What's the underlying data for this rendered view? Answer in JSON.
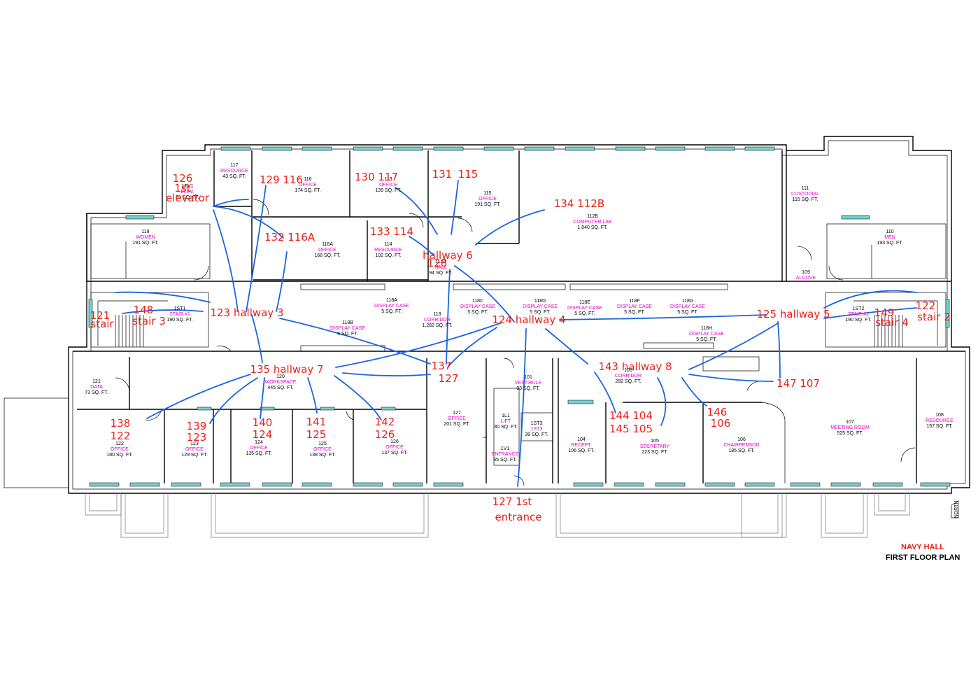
{
  "title": {
    "building": "NAVY HALL",
    "plan": "FIRST FLOOR PLAN"
  },
  "north": "NORTH",
  "colors": {
    "room_name": "#e000c8",
    "annotation": "#e8211a",
    "route": "#1a63e6",
    "window": "#6fd3d0"
  },
  "rooms": [
    {
      "num": "117",
      "name": "RESOURCE",
      "area": "43 SQ. FT."
    },
    {
      "num": "1EV1",
      "name": "ELEV.",
      "area": "51 SQ. FT."
    },
    {
      "num": "116",
      "name": "OFFICE",
      "area": "174 SQ. FT."
    },
    {
      "num": "113",
      "name": "OFFICE",
      "area": "139 SQ. FT."
    },
    {
      "num": "115",
      "name": "OFFICE",
      "area": "191 SQ. FT."
    },
    {
      "num": "112B",
      "name": "COMPUTER LAB",
      "area": "1,040 SQ. FT."
    },
    {
      "num": "111",
      "name": "CUSTODIAL",
      "area": "115 SQ. FT."
    },
    {
      "num": "119",
      "name": "WOMEN",
      "area": "191 SQ. FT."
    },
    {
      "num": "116A",
      "name": "OFFICE",
      "area": "168 SQ. FT."
    },
    {
      "num": "114",
      "name": "RESOURCE",
      "area": "102 SQ. FT."
    },
    {
      "num": "112A",
      "name": "HALL",
      "area": "94 SQ. FT."
    },
    {
      "num": "110",
      "name": "MEN",
      "area": "193 SQ. FT."
    },
    {
      "num": "109",
      "name": "ALCOVE",
      "area": ""
    },
    {
      "num": "1ST1",
      "name": "STAIR #1",
      "area": "190 SQ. FT."
    },
    {
      "num": "118A",
      "name": "DISPLAY CASE",
      "area": "5 SQ. FT."
    },
    {
      "num": "118",
      "name": "CORRIDOR",
      "area": "1,282 SQ. FT."
    },
    {
      "num": "118C",
      "name": "DISPLAY CASE",
      "area": "5 SQ. FT."
    },
    {
      "num": "118D",
      "name": "DISPLAY CASE",
      "area": "5 SQ. FT."
    },
    {
      "num": "118E",
      "name": "DISPLAY CASE",
      "area": "5 SQ. FT."
    },
    {
      "num": "118F",
      "name": "DISPLAY CASE",
      "area": "5 SQ. FT."
    },
    {
      "num": "118G",
      "name": "DISPLAY CASE",
      "area": "5 SQ. FT."
    },
    {
      "num": "1ST2",
      "name": "STAIR #2",
      "area": "190 SQ. FT."
    },
    {
      "num": "118B",
      "name": "DISPLAY CASE",
      "area": "5 SQ. FT."
    },
    {
      "num": "118H",
      "name": "DISPLAY CASE",
      "area": "5 SQ. FT."
    },
    {
      "num": "121",
      "name": "DATA",
      "area": "73 SQ. FT."
    },
    {
      "num": "120",
      "name": "WORKSPACE",
      "area": "445 SQ. FT."
    },
    {
      "num": "101",
      "name": "VESTIBULE",
      "area": "93 SQ. FT."
    },
    {
      "num": "103",
      "name": "CORRIDOR",
      "area": "282 SQ. FT."
    },
    {
      "num": "122",
      "name": "OFFICE",
      "area": "180 SQ. FT."
    },
    {
      "num": "123",
      "name": "OFFICE",
      "area": "129 SQ. FT."
    },
    {
      "num": "124",
      "name": "OFFICE",
      "area": "135 SQ. FT."
    },
    {
      "num": "125",
      "name": "OFFICE",
      "area": "138 SQ. FT."
    },
    {
      "num": "126",
      "name": "OFFICE",
      "area": "137 SQ. FT."
    },
    {
      "num": "127",
      "name": "OFFICE",
      "area": "201 SQ. FT."
    },
    {
      "num": "1L1",
      "name": "LIFT",
      "area": "30 SQ. FT."
    },
    {
      "num": "1ST3",
      "name": "1ST3",
      "area": "39 SQ. FT."
    },
    {
      "num": "1V1",
      "name": "ENTRANCE",
      "area": "65 SQ. FT."
    },
    {
      "num": "104",
      "name": "RECEPT.",
      "area": "106 SQ. FT."
    },
    {
      "num": "105",
      "name": "SECRETARY",
      "area": "223 SQ. FT."
    },
    {
      "num": "106",
      "name": "CHAIRPERSON",
      "area": "185 SQ. FT."
    },
    {
      "num": "107",
      "name": "MEETING ROOM",
      "area": "525 SQ. FT."
    },
    {
      "num": "108",
      "name": "RESOURCE",
      "area": "157 SQ. FT."
    }
  ],
  "annotations": [
    "126",
    "1st",
    "elevator",
    "129 116",
    "130 117",
    "131",
    "115",
    "134 112B",
    "132 116A",
    "133 114",
    "128",
    "hallway 6",
    "123 hallway 3",
    "121",
    "stair",
    "148",
    "stair 3",
    "124 hallway 4",
    "125 hallway 5",
    "149",
    "stair 4",
    "122",
    "stair 2",
    "135 hallway 7",
    "137",
    "127",
    "143 hallway 8",
    "147 107",
    "138",
    "122",
    "139",
    "123",
    "140",
    "124",
    "141",
    "125",
    "142",
    "126",
    "144 104",
    "145 105",
    "146",
    "106",
    "127 1st",
    "entrance"
  ]
}
